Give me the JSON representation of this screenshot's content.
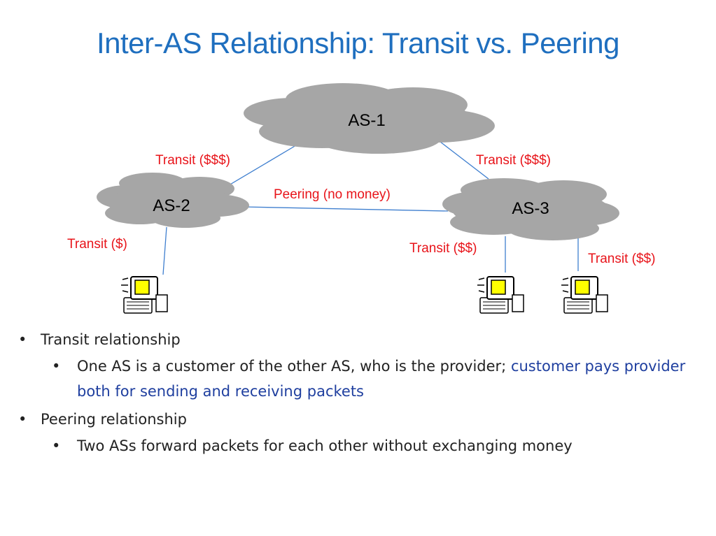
{
  "title": "Inter-AS Relationship: Transit vs. Peering",
  "diagram": {
    "nodes": [
      {
        "id": "as1",
        "label": "AS-1"
      },
      {
        "id": "as2",
        "label": "AS-2"
      },
      {
        "id": "as3",
        "label": "AS-3"
      }
    ],
    "links": {
      "as1_as2": "Transit ($$$)",
      "as1_as3": "Transit ($$$)",
      "as2_as3": "Peering (no money)",
      "as2_host": "Transit ($)",
      "as3_host1": "Transit ($$)",
      "as3_host2": "Transit ($$)"
    },
    "colors": {
      "cloud": "#a6a6a6",
      "link_line": "#3f7fcf",
      "link_label": "#e8141a",
      "title": "#1f6fbf"
    },
    "icons": [
      "computer-icon",
      "computer-icon",
      "computer-icon"
    ]
  },
  "bullets": [
    {
      "text": "Transit relationship"
    },
    {
      "text_plain": "One AS is a customer of the other AS, who is the provider; ",
      "text_highlight": "customer pays provider both for sending and receiving packets"
    },
    {
      "text": "Peering relationship"
    },
    {
      "text": "Two ASs forward packets for each other without exchanging money"
    }
  ]
}
